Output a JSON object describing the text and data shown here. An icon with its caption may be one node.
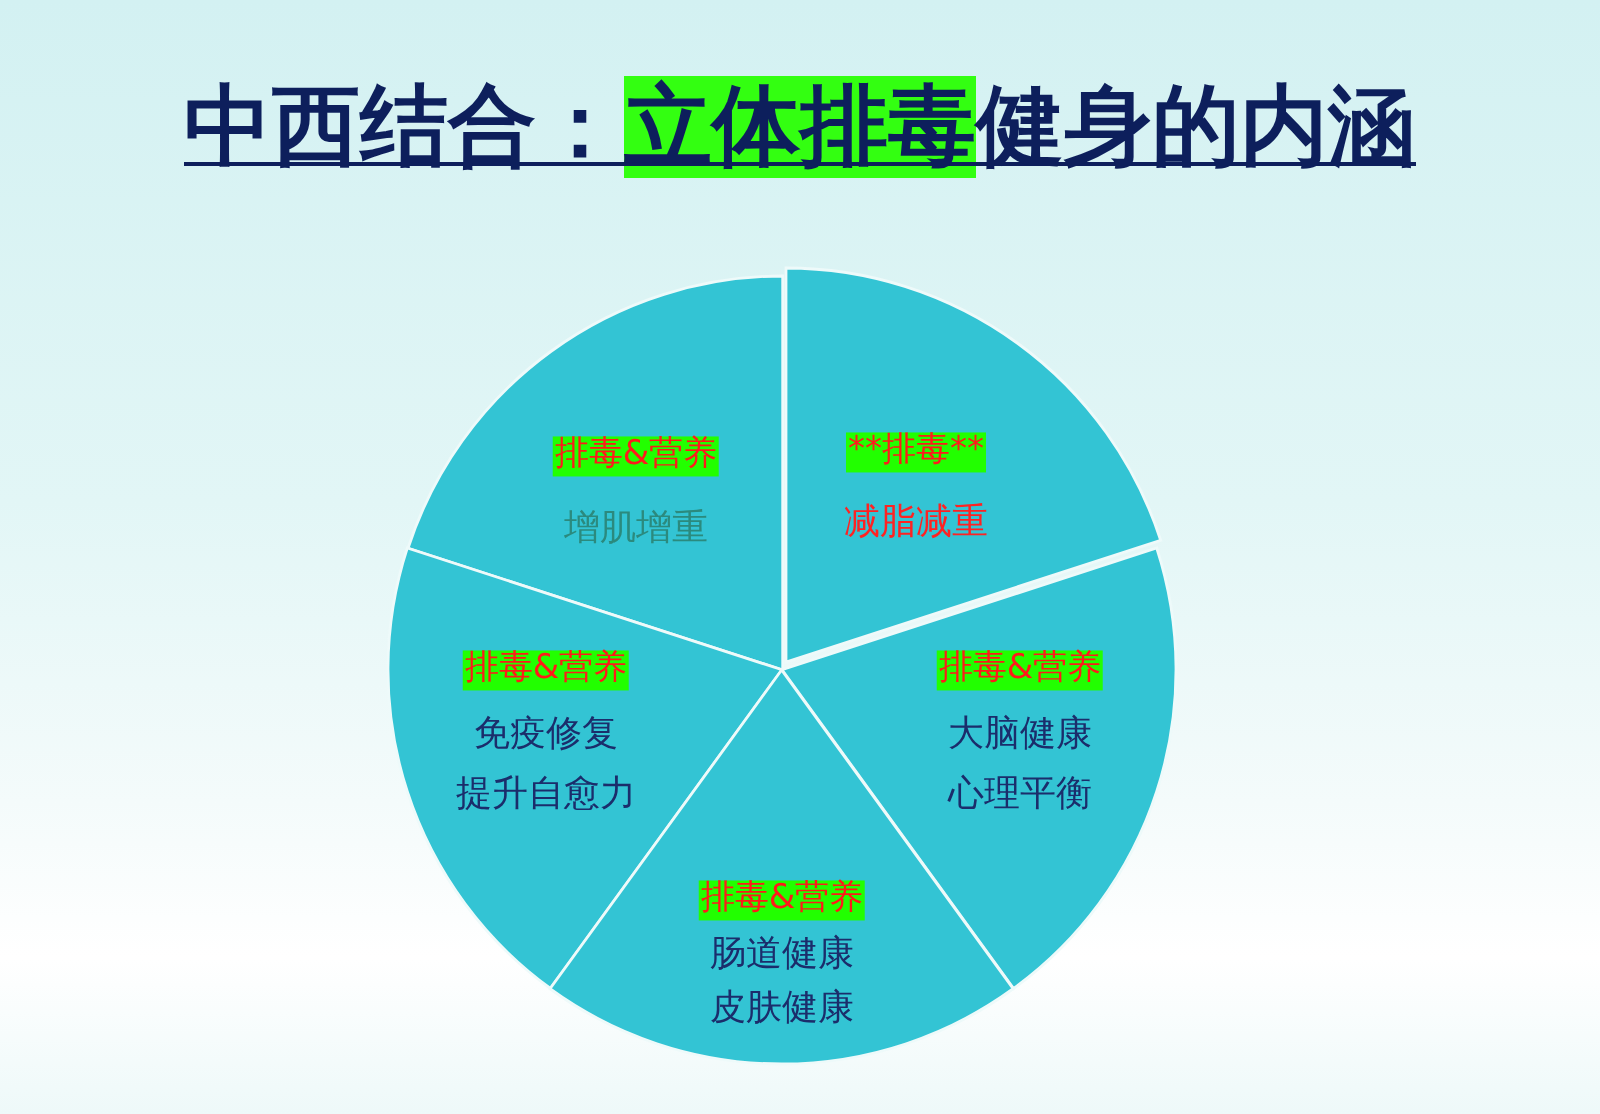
{
  "diagram": {
    "title": "中西结合：**立体排毒**健身的内涵",
    "nodes": [
      {
        "text": [
          "排毒&营养",
          "增肌增重"
        ]
      },
      {
        "text": [
          "**排毒**",
          "减脂减重"
        ]
      },
      {
        "text": [
          "排毒&营养",
          "免疫修复",
          "提升自愈力"
        ]
      },
      {
        "text": [
          "排毒&营养",
          "大脑健康",
          "心理平衡"
        ]
      },
      {
        "text": [
          "排毒&营养",
          "肠道健康",
          "皮肤健康"
        ]
      }
    ]
  }
}
